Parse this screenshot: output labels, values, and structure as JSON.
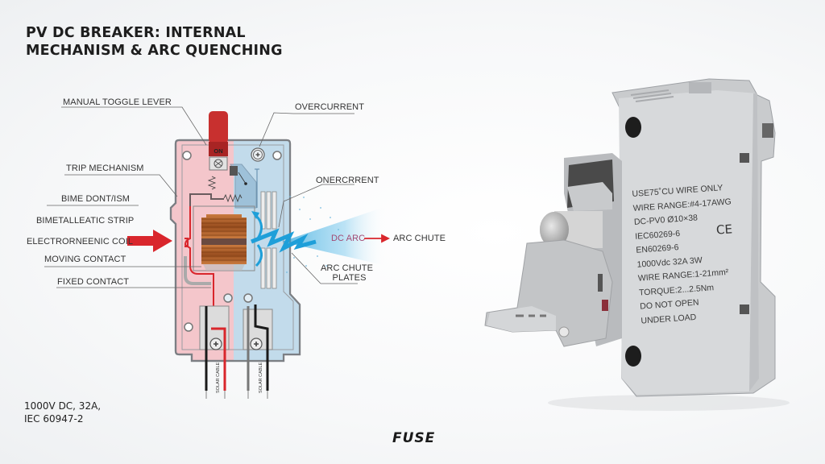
{
  "title": {
    "line1": "PV DC BREAKER: INTERNAL",
    "line2": "MECHANISM & ARC QUENCHING"
  },
  "diagram": {
    "labels": {
      "manual_toggle_lever": "MANUAL TOGGLE LEVER",
      "trip_mechanism": "TRIP MECHANISM",
      "bime_contism": "BIME DONT/ISM",
      "bimetallic_strip": "BIMETALLEATIC STRIP",
      "electromagnetic_coil": "ELECTRORNEENIC COIL",
      "moving_contact": "MOVING CONTACT",
      "fixed_contact": "FIXED CONTACT",
      "overcurrent_top": "OVERCURRENT",
      "overcurrent_mid": "ONERCRRENT",
      "dc_arc": "DC ARC",
      "arc_chute": "ARC CHUTE",
      "arc_chute_plates_line1": "ARC CHUTE",
      "arc_chute_plates_line2": "PLATES",
      "toggle_state": "ON",
      "cable_left": "SOLAR CABLE",
      "cable_right": "SOLAR CABLE"
    },
    "colors": {
      "hot_side": "#f4c6cb",
      "cool_side": "#bfdcec",
      "arc_blue": "#1e9fd9",
      "arrow_red": "#d9262c",
      "lever_red": "#c8302f",
      "copper": "#b8662e"
    }
  },
  "specs": {
    "line1": "1000V DC, 32A,",
    "line2": "IEC 60947-2"
  },
  "brand": "FUSE",
  "product": {
    "label_lines": [
      "USE75˚CU WIRE ONLY",
      "WIRE RANGE:#4-17AWG",
      "DC-PV0    Ø10×38",
      "IEC60269-6",
      "EN60269-6",
      "1000Vdc   32A   3W",
      "WIRE RANGE:1-21mm²",
      "TORQUE:2...2.5Nm",
      "DO NOT OPEN",
      "UNDER LOAD"
    ],
    "ce_mark": "CE"
  }
}
